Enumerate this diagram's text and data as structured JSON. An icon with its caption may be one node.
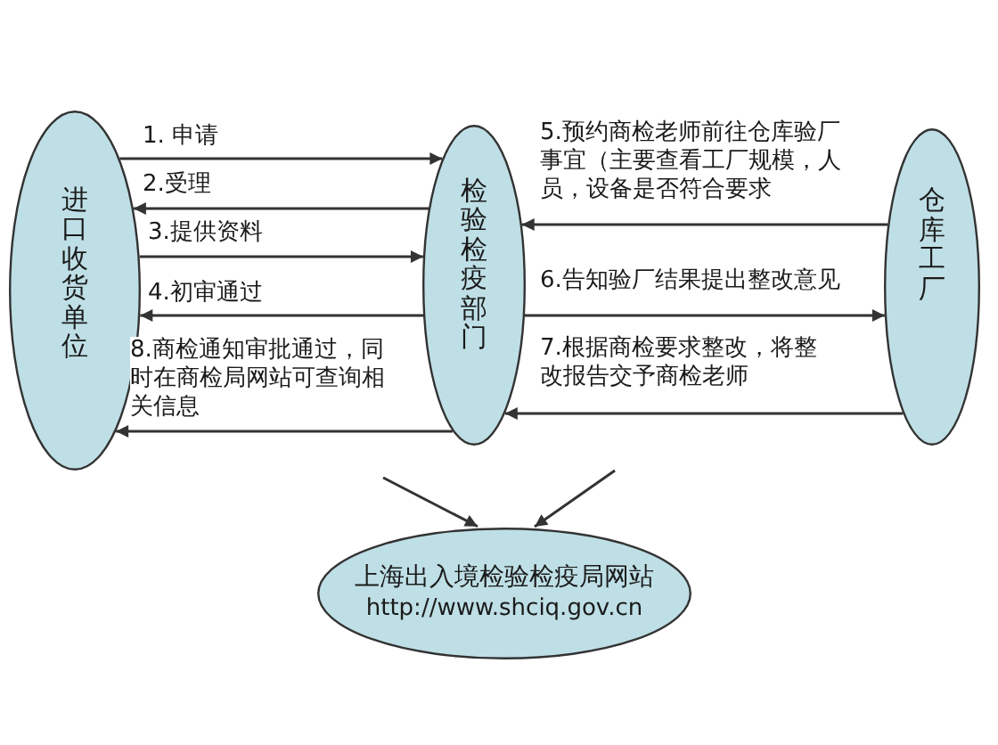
{
  "diagram": {
    "nodes": [
      {
        "text": [
          "进口收货单位"
        ]
      },
      {
        "text": [
          "检验检疫部门"
        ]
      },
      {
        "text": [
          "仓库工厂"
        ]
      },
      {
        "text": [
          "上海出入境检验检疫局网站",
          "http://www.shciq.gov.cn"
        ]
      }
    ],
    "edges": [
      {
        "from": 0,
        "to": 1,
        "arrow": "to",
        "label": "1. 申请"
      },
      {
        "from": 1,
        "to": 0,
        "arrow": "to",
        "label": "2.受理"
      },
      {
        "from": 0,
        "to": 1,
        "arrow": "to",
        "label": "3.提供资料"
      },
      {
        "from": 1,
        "to": 0,
        "arrow": "to",
        "label": "4.初审通过"
      },
      {
        "from": 2,
        "to": 1,
        "arrow": "to",
        "label": "5.预约商检老师前往仓库验厂事宜（主要查看工厂规模，人员，设备是否符合要求"
      },
      {
        "from": 1,
        "to": 2,
        "arrow": "to",
        "label": "6.告知验厂结果提出整改意见"
      },
      {
        "from": 2,
        "to": 1,
        "arrow": "to",
        "label": "7.根据商检要求整改，将整改报告交予商检老师"
      },
      {
        "from": 1,
        "to": 0,
        "arrow": "to",
        "label": "8.商检通知审批通过，同时在商检局网站可查询相关信息"
      },
      {
        "from": null,
        "to": 3,
        "arrow": "to"
      },
      {
        "from": null,
        "to": 3,
        "arrow": "to"
      }
    ]
  }
}
